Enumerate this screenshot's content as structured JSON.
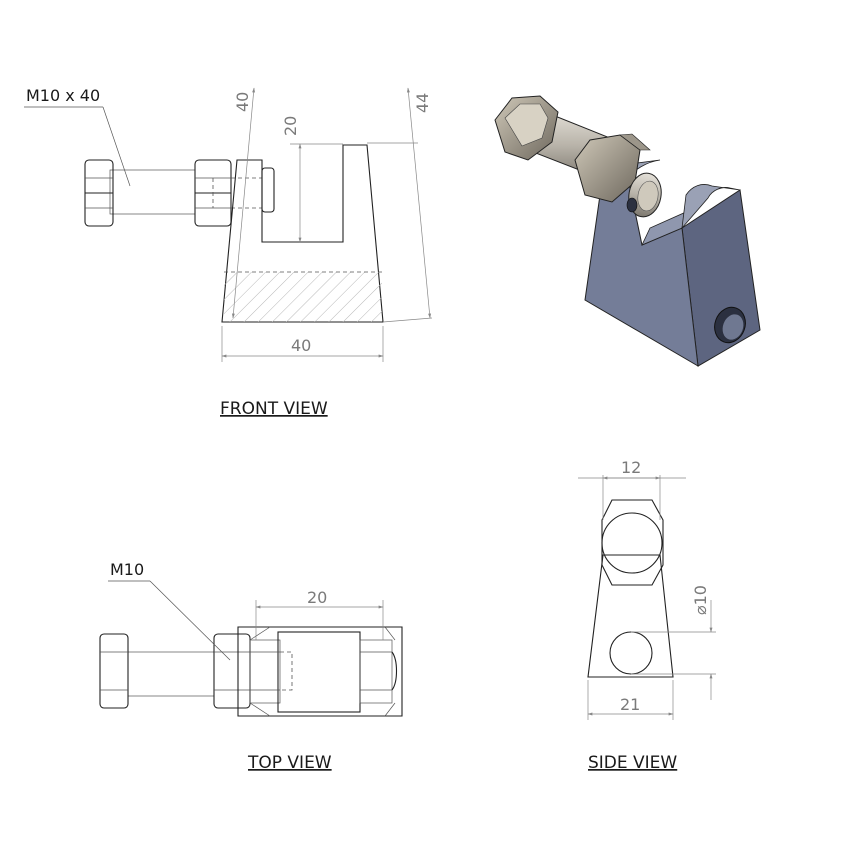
{
  "labels": {
    "front_view": "FRONT VIEW",
    "top_view": "TOP VIEW",
    "side_view": "SIDE VIEW",
    "bolt_callout": "M10 x 40",
    "nut_callout": "M10"
  },
  "dimensions": {
    "front_height_left": "40",
    "front_height_right": "44",
    "front_slot_depth": "20",
    "front_width": "40",
    "top_slot_width": "20",
    "side_top_width": "12",
    "side_hole_dia": "⌀10",
    "side_base_width": "21"
  },
  "colors": {
    "body": "#6f7891",
    "body_dark": "#4e566b",
    "steel": "#b9b4aa",
    "line": "#222222",
    "dim": "#7a7a7a"
  }
}
